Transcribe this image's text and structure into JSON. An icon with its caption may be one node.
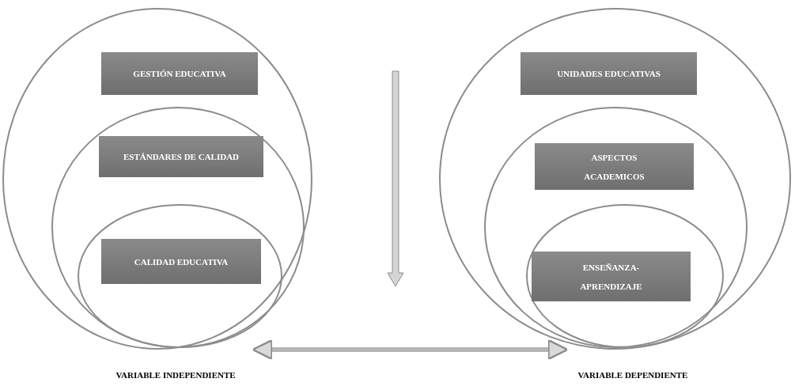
{
  "diagram": {
    "nodes": [
      {
        "text": [
          "GESTIÓN EDUCATIVA"
        ],
        "beside": [
          "VARIABLE INDEPENDIENTE"
        ]
      },
      {
        "text": [
          "ESTÁNDARES DE CALIDAD"
        ],
        "in": 0
      },
      {
        "text": [
          "CALIDAD EDUCATIVA"
        ],
        "in": 1
      },
      {
        "text": [
          "UNIDADES EDUCATIVAS"
        ],
        "beside": [
          "VARIABLE DEPENDIENTE"
        ]
      },
      {
        "text": [
          "ASPECTOS ACADEMICOS"
        ],
        "in": 3
      },
      {
        "text": [
          "ENSEÑANZA- APRENDIZAJE"
        ],
        "in": 4
      }
    ],
    "edges": [
      {
        "from": 0,
        "to": 3,
        "arrow": "both"
      }
    ]
  }
}
